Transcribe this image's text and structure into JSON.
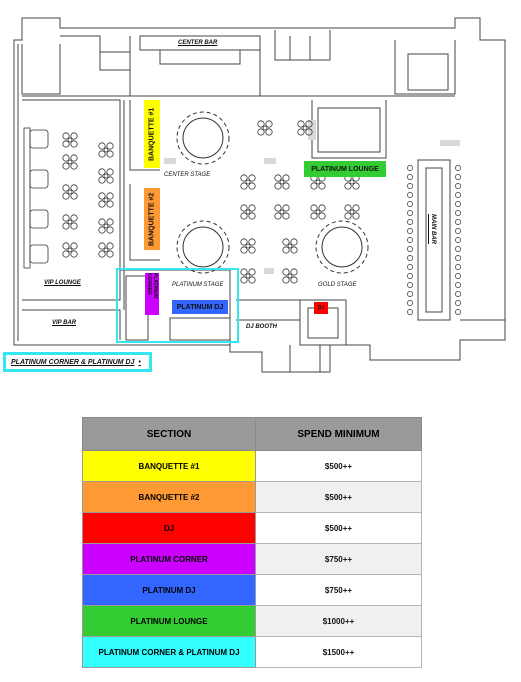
{
  "floorplan": {
    "labels": {
      "center_bar": "CENTER BAR",
      "banquette1": "BANQUETTE #1",
      "banquette2": "BANQUETTE #2",
      "center_stage": "CENTER STAGE",
      "platinum_stage": "PLATINUM STAGE",
      "gold_stage": "GOLD STAGE",
      "platinum_lounge": "PLATINUM LOUNGE",
      "main_bar": "MAIN BAR",
      "vip_lounge": "VIP LOUNGE",
      "vip_bar": "VIP BAR",
      "platinum_corner": "PLATINUM CORNER",
      "platinum_dj": "PLATINUM DJ",
      "dj": "DJ",
      "dj_booth": "DJ BOOTH",
      "callout": "PLATINUM CORNER & PLATINUM DJ"
    },
    "colors": {
      "banquette1": "#ffff00",
      "banquette2": "#ff9933",
      "dj": "#ff0000",
      "platinum_corner": "#cc00ff",
      "platinum_dj": "#3366ff",
      "platinum_lounge": "#33cc33",
      "callout": "#33e6f0"
    }
  },
  "table": {
    "headers": {
      "section": "SECTION",
      "spend": "SPEND MINIMUM"
    },
    "rows": [
      {
        "section": "BANQUETTE #1",
        "amount": "$500++",
        "color": "#ffff00",
        "text_color": "#000000"
      },
      {
        "section": "BANQUETTE #2",
        "amount": "$500++",
        "color": "#ff9933",
        "text_color": "#000000"
      },
      {
        "section": "DJ",
        "amount": "$500++",
        "color": "#ff0000",
        "text_color": "#000000"
      },
      {
        "section": "PLATINUM CORNER",
        "amount": "$750++",
        "color": "#cc00ff",
        "text_color": "#000000"
      },
      {
        "section": "PLATINUM DJ",
        "amount": "$750++",
        "color": "#3366ff",
        "text_color": "#000000"
      },
      {
        "section": "PLATINUM LOUNGE",
        "amount": "$1000++",
        "color": "#33cc33",
        "text_color": "#000000"
      },
      {
        "section": "PLATINUM CORNER & PLATINUM DJ",
        "amount": "$1500++",
        "color": "#33ffff",
        "text_color": "#000000"
      }
    ]
  }
}
